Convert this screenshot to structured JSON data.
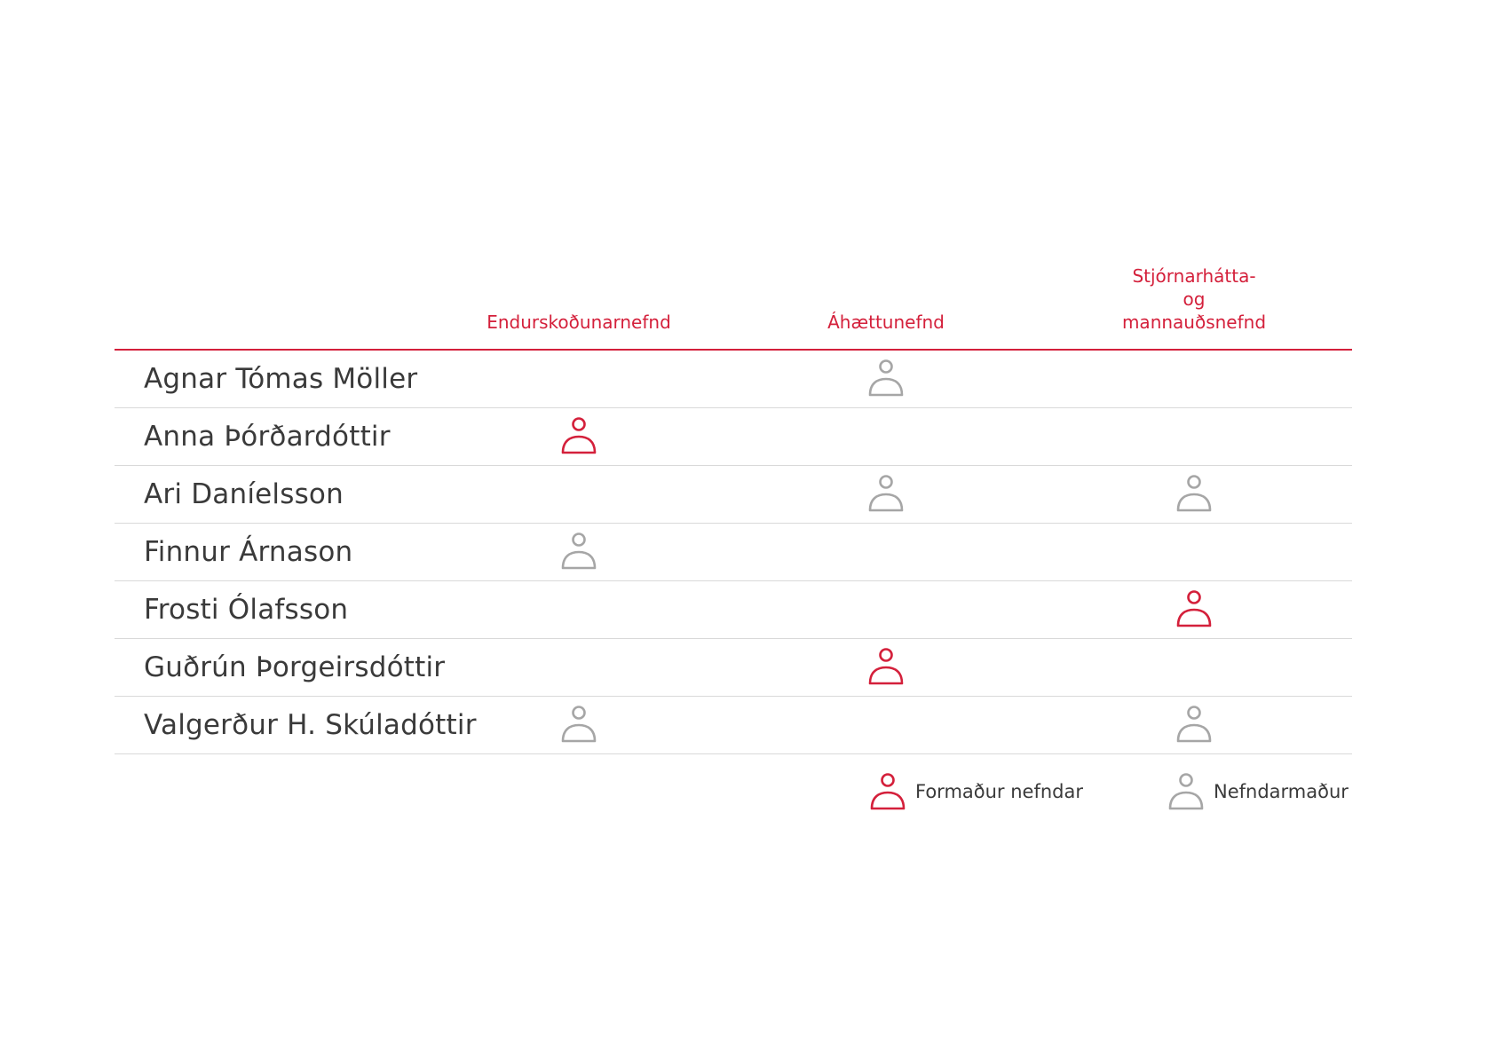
{
  "colors": {
    "accent": "#d4203b",
    "member": "#a6a6a6",
    "text": "#3a3a3a",
    "divider": "#d9d9d9"
  },
  "committees": [
    "Endurskoðunarnefnd",
    "Áhættunefnd",
    "Stjórnarhátta-\nog mannauðsnefnd"
  ],
  "members": [
    {
      "name": "Agnar Tómas Möller",
      "roles": [
        "",
        "member",
        ""
      ]
    },
    {
      "name": "Anna Þórðardóttir",
      "roles": [
        "chair",
        "",
        ""
      ]
    },
    {
      "name": "Ari Daníelsson",
      "roles": [
        "",
        "member",
        "member"
      ]
    },
    {
      "name": "Finnur Árnason",
      "roles": [
        "member",
        "",
        ""
      ]
    },
    {
      "name": "Frosti Ólafsson",
      "roles": [
        "",
        "",
        "chair"
      ]
    },
    {
      "name": "Guðrún Þorgeirsdóttir",
      "roles": [
        "",
        "chair",
        ""
      ]
    },
    {
      "name": "Valgerður H. Skúladóttir",
      "roles": [
        "member",
        "",
        "member"
      ]
    }
  ],
  "legend": {
    "chair_label": "Formaður nefndar",
    "member_label": "Nefndarmaður",
    "chair_icon": "person-icon-red",
    "member_icon": "person-icon-gray"
  }
}
